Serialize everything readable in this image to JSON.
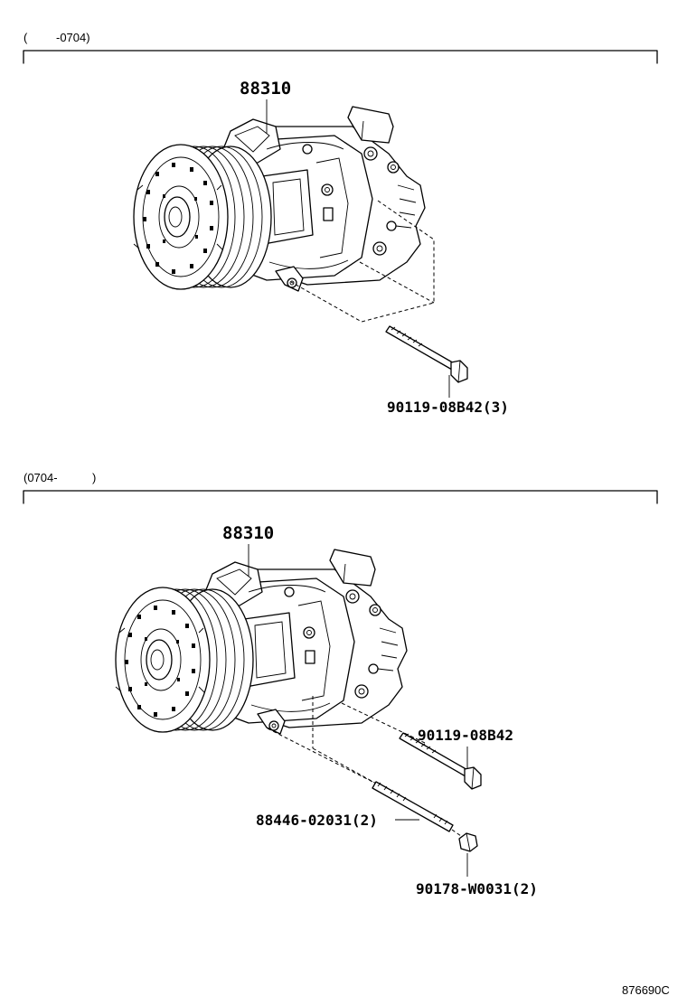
{
  "sections": [
    {
      "range_open": "(",
      "range_code": "-0704)",
      "part_main": "88310",
      "callouts": [
        "90119-08B42(3)"
      ]
    },
    {
      "range_code": "(0704-",
      "range_close": ")",
      "part_main": "88310",
      "callouts": [
        "90119-08B42",
        "88446-02031(2)",
        "90178-W0031(2)"
      ]
    }
  ],
  "illustration_id": "876690C"
}
